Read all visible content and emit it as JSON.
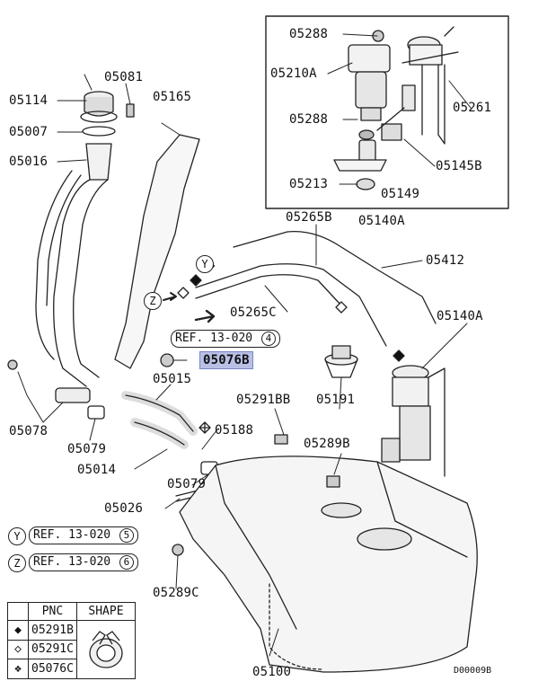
{
  "diagram": {
    "part_labels": {
      "p05288_top": "05288",
      "p05210a": "05210A",
      "p05288_mid": "05288",
      "p05261": "05261",
      "p05145b": "05145B",
      "p05213": "05213",
      "p05149": "05149",
      "p05140a_box": "05140A",
      "p05081": "05081",
      "p05114": "05114",
      "p05165": "05165",
      "p05007": "05007",
      "p05016": "05016",
      "p05265b": "05265B",
      "p05412": "05412",
      "p05265c": "05265C",
      "p05140a": "05140A",
      "p05076b": "05076B",
      "p05015": "05015",
      "p05291bb": "05291BB",
      "p05191": "05191",
      "p05078": "05078",
      "p05079_a": "05079",
      "p05188": "05188",
      "p05289b": "05289B",
      "p05014": "05014",
      "p05079_b": "05079",
      "p05026": "05026",
      "p05289c": "05289C",
      "p05100": "05100"
    },
    "ref_center": {
      "text": "REF. 13-020",
      "num": "4"
    },
    "ref_y": {
      "mark": "Y",
      "text": "REF. 13-020",
      "num": "5"
    },
    "ref_z": {
      "mark": "Z",
      "text": "REF. 13-020",
      "num": "6"
    },
    "markers": {
      "y": "Y",
      "z": "Z"
    },
    "legend": {
      "col_pnc": "PNC",
      "col_shape": "SHAPE",
      "rows": [
        {
          "symbol": "filled-diamond-icon",
          "pnc": "05291B"
        },
        {
          "symbol": "open-diamond-icon",
          "pnc": "05291C"
        },
        {
          "symbol": "crossed-diamond-icon",
          "pnc": "05076C"
        }
      ]
    },
    "footer_code": "D00009B",
    "highlight_color": "#b9c0e6"
  }
}
